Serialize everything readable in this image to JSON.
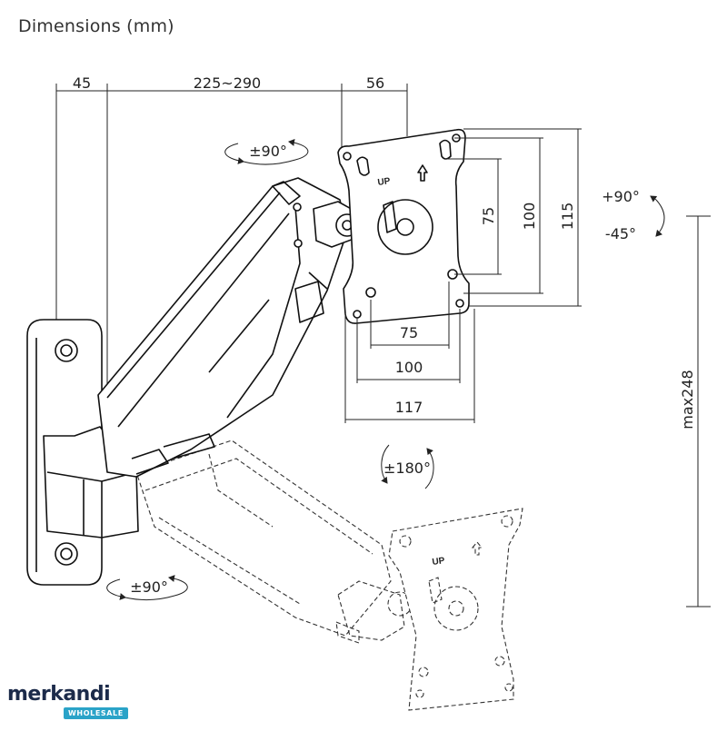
{
  "title": "Dimensions (mm)",
  "dimensions": {
    "wall_depth": "45",
    "arm_reach": "225~290",
    "plate_depth": "56",
    "plate_height_outer": "115",
    "plate_height_mid": "100",
    "plate_height_inner": "75",
    "plate_width_inner": "75",
    "plate_width_mid": "100",
    "plate_width_outer": "117",
    "height_range": "max248"
  },
  "rotations": {
    "top_swivel": "±90°",
    "tilt_up": "+90°",
    "tilt_down": "-45°",
    "rotation": "±180°",
    "wall_swivel": "±90°"
  },
  "vesa_marker": "UP",
  "brand": {
    "name": "merkandi",
    "tagline": "WHOLESALE",
    "accent": "#2aa3c8",
    "text_color": "#1c2b4a"
  }
}
